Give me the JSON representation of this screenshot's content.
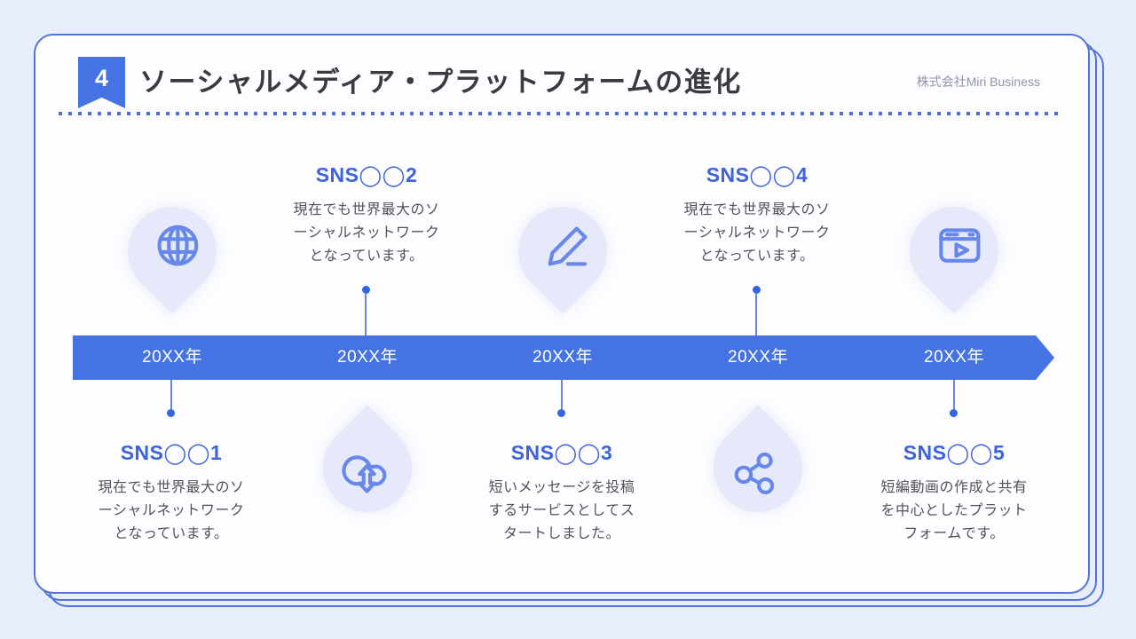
{
  "slide": {
    "number": "4",
    "title": "ソーシャルメディア・プラットフォームの進化",
    "company": "株式会社Miri Business"
  },
  "colors": {
    "primary_blue": "#4573E4",
    "accent_text_blue": "#3D63DD",
    "icon_stroke": "#6787EB",
    "pin_fill": "#E5E9FA",
    "card_border": "#5273D8",
    "background": "#E7EDFB",
    "body_text": "#52525C",
    "title_text": "#3A3A43",
    "connector_line": "#6B85E5",
    "connector_dot": "#3465E2",
    "separator_dot": "#4A6FD8",
    "company_text": "#9095A6",
    "year_text": "#FFFFFF"
  },
  "timeline": {
    "columns": [
      {
        "year": "20XX年",
        "icon": "globe-icon",
        "icon_position": "top",
        "title": "SNS◯◯1",
        "desc": [
          "現在でも世界最大のソ",
          "ーシャルネットワーク",
          "となっています。"
        ]
      },
      {
        "year": "20XX年",
        "icon": "cloud-sync-icon",
        "icon_position": "bottom",
        "title": "SNS◯◯2",
        "desc": [
          "現在でも世界最大のソ",
          "ーシャルネットワーク",
          "となっています。"
        ]
      },
      {
        "year": "20XX年",
        "icon": "pencil-icon",
        "icon_position": "top",
        "title": "SNS◯◯3",
        "desc": [
          "短いメッセージを投稿",
          "するサービスとしてス",
          "タートしました。"
        ]
      },
      {
        "year": "20XX年",
        "icon": "share-icon",
        "icon_position": "bottom",
        "title": "SNS◯◯4",
        "desc": [
          "現在でも世界最大のソ",
          "ーシャルネットワーク",
          "となっています。"
        ]
      },
      {
        "year": "20XX年",
        "icon": "video-player-icon",
        "icon_position": "top",
        "title": "SNS◯◯5",
        "desc": [
          "短編動画の作成と共有",
          "を中心としたプラット",
          "フォームです。"
        ]
      }
    ]
  }
}
